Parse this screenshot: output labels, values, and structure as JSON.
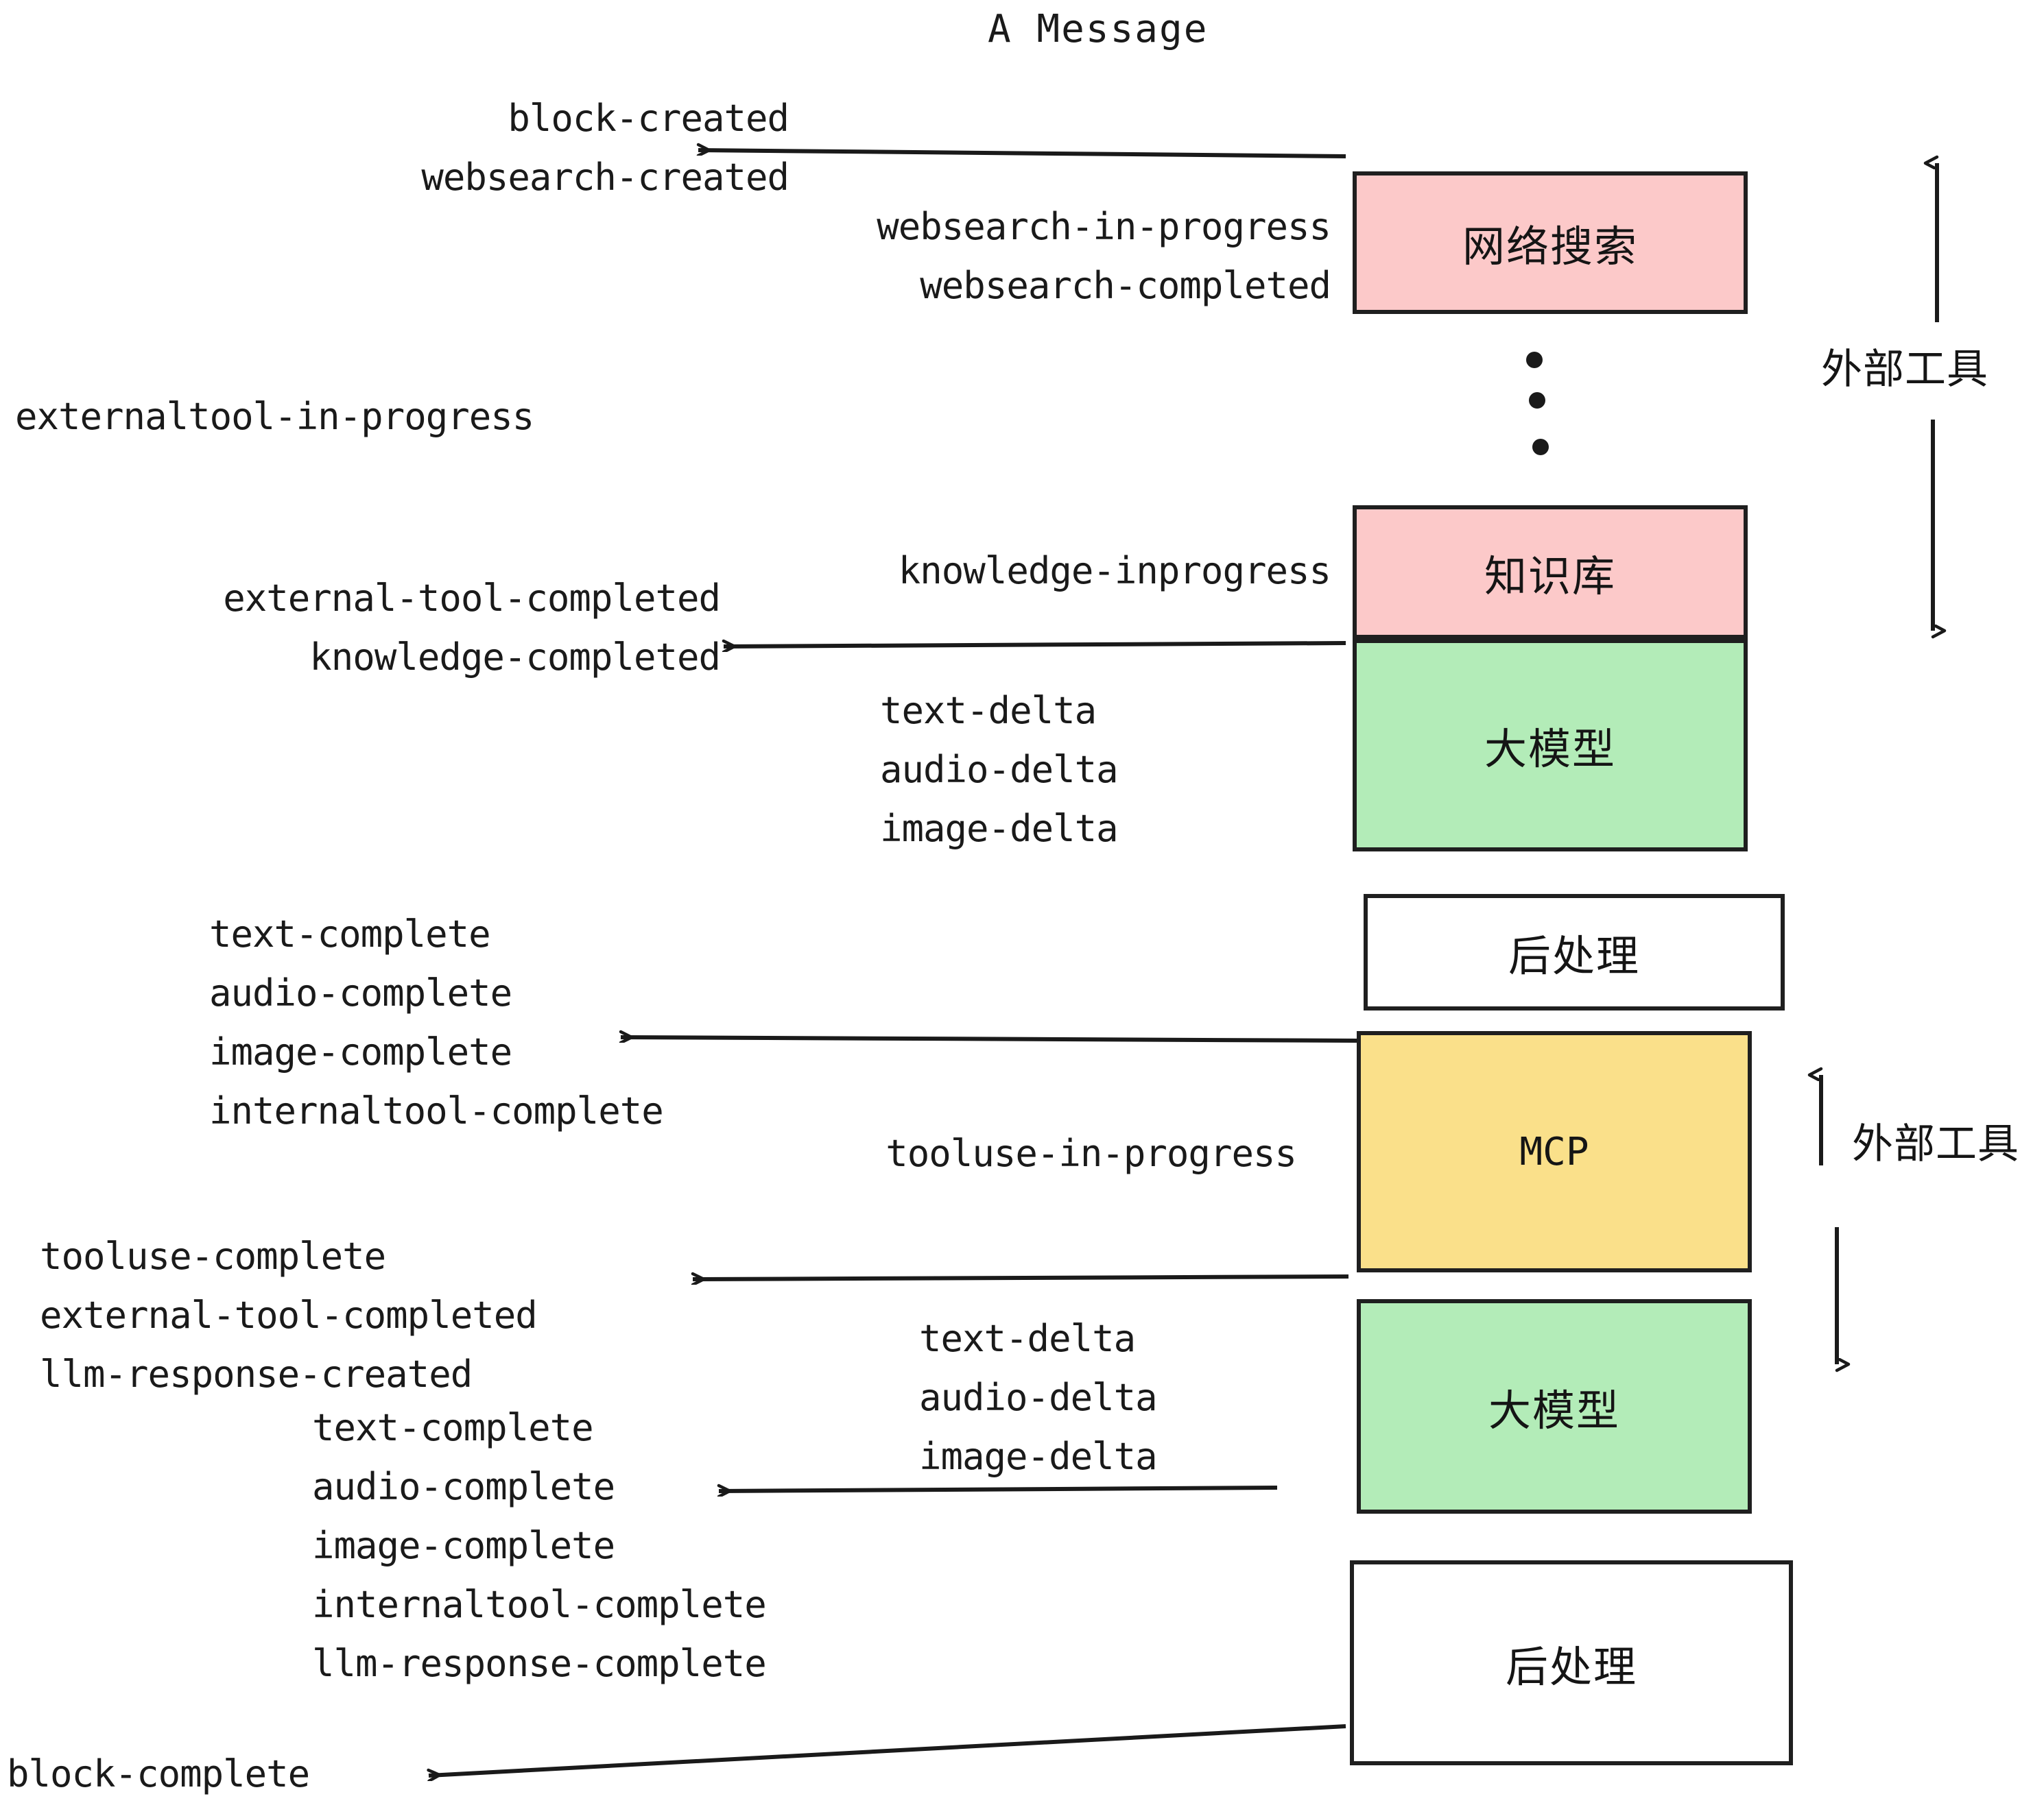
{
  "title": "A Message",
  "colors": {
    "external_tool_fill": "#fcc9c9",
    "llm_fill": "#b3ecb8",
    "mcp_fill": "#fae08a",
    "postprocess_fill": "#ffffff",
    "stroke": "#1f1f1f",
    "text": "#1a1a1a",
    "background": "#ffffff"
  },
  "nodes": [
    {
      "id": "websearch",
      "label": "网络搜索",
      "fill_key": "external_tool_fill"
    },
    {
      "id": "knowledge",
      "label": "知识库",
      "fill_key": "external_tool_fill"
    },
    {
      "id": "llm-1",
      "label": "大模型",
      "fill_key": "llm_fill"
    },
    {
      "id": "postprocess-1",
      "label": "后处理",
      "fill_key": "postprocess_fill"
    },
    {
      "id": "mcp",
      "label": "MCP",
      "fill_key": "mcp_fill"
    },
    {
      "id": "llm-2",
      "label": "大模型",
      "fill_key": "llm_fill"
    },
    {
      "id": "postprocess-2",
      "label": "后处理",
      "fill_key": "postprocess_fill"
    }
  ],
  "group_labels": [
    {
      "id": "external-tool-top",
      "label": "外部工具"
    },
    {
      "id": "external-tool-bottom",
      "label": "外部工具"
    }
  ],
  "ellipsis": {
    "count": 3
  },
  "event_groups": [
    {
      "id": "block-and-websearch-created",
      "lines": [
        "block-created",
        "websearch-created"
      ]
    },
    {
      "id": "websearch-progress",
      "lines": [
        "websearch-in-progress",
        "websearch-completed"
      ]
    },
    {
      "id": "externaltool-in-progress",
      "lines": [
        "externaltool-in-progress"
      ]
    },
    {
      "id": "knowledge-inprogress",
      "lines": [
        "knowledge-inprogress"
      ]
    },
    {
      "id": "external-tool-and-knowledge-completed",
      "lines": [
        "external-tool-completed",
        "knowledge-completed"
      ]
    },
    {
      "id": "llm-deltas-1",
      "lines": [
        "text-delta",
        "audio-delta",
        "image-delta"
      ]
    },
    {
      "id": "postprocess-completes-1",
      "lines": [
        "text-complete",
        "audio-complete",
        "image-complete",
        "internaltool-complete"
      ]
    },
    {
      "id": "tooluse-in-progress",
      "lines": [
        "tooluse-in-progress"
      ]
    },
    {
      "id": "tooluse-complete-group",
      "lines": [
        "tooluse-complete",
        "external-tool-completed",
        "llm-response-created"
      ]
    },
    {
      "id": "llm-deltas-2",
      "lines": [
        "text-delta",
        "audio-delta",
        "image-delta"
      ]
    },
    {
      "id": "postprocess-completes-2",
      "lines": [
        "text-complete",
        "audio-complete",
        "image-complete",
        "internaltool-complete",
        "llm-response-complete"
      ]
    },
    {
      "id": "block-complete",
      "lines": [
        "block-complete"
      ]
    }
  ]
}
